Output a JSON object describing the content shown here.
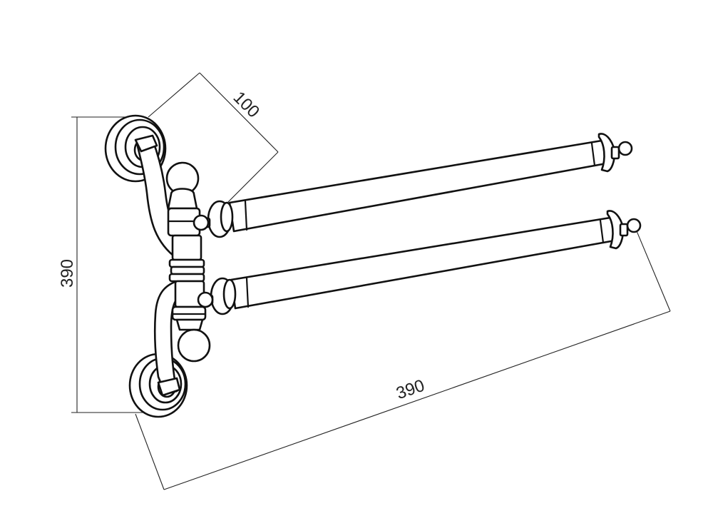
{
  "dimensions": {
    "depth": "100",
    "height": "390",
    "length": "390"
  }
}
